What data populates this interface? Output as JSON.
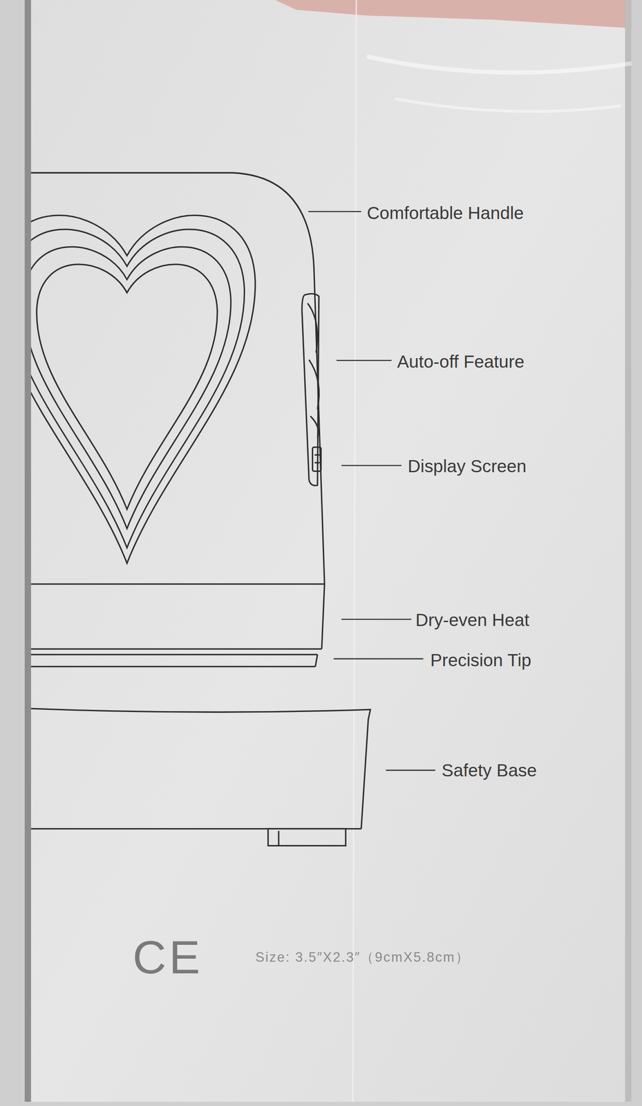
{
  "diagram": {
    "labels": [
      "Comfortable Handle",
      "Auto-off Feature",
      "Display Screen",
      "Dry-even Heat",
      "Precision Tip",
      "Safety Base",
      "CE",
      "Size: 3.5″X2.3″（9cmX5.8cm）"
    ]
  }
}
